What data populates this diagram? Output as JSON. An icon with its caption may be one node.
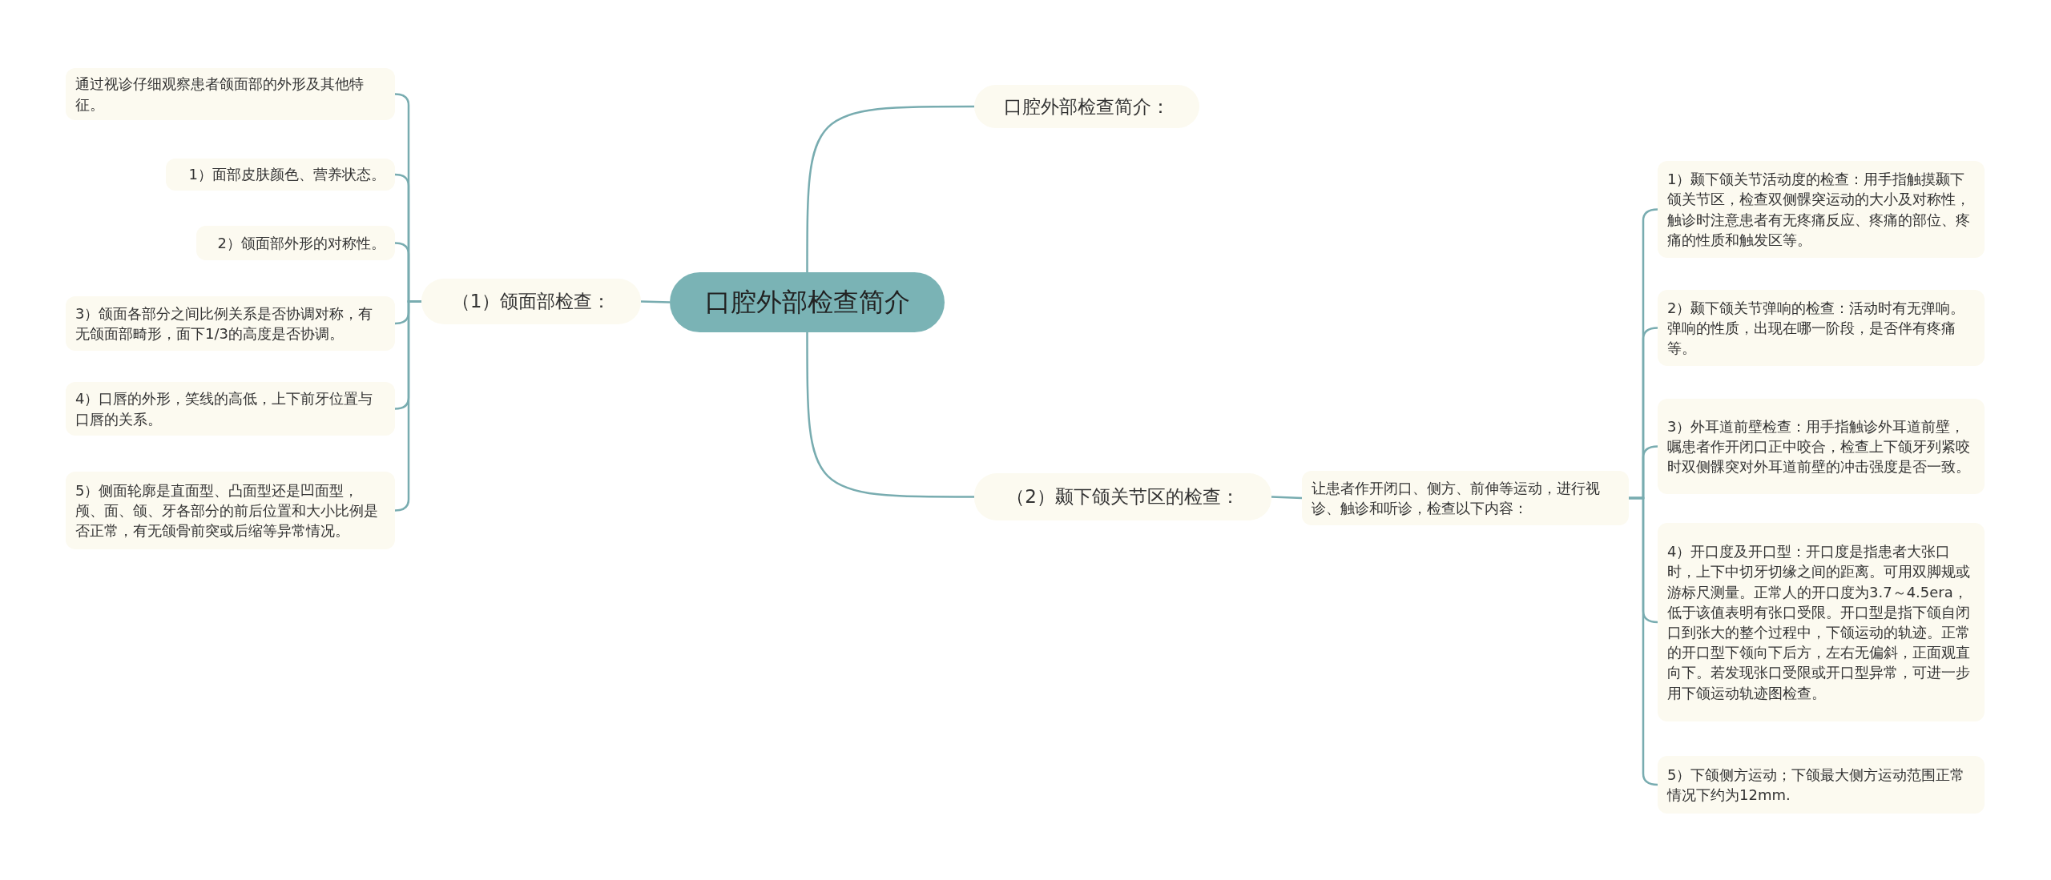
{
  "diagram": {
    "nodes": [
      {
        "text": [
          "口腔外部检查简介"
        ]
      },
      {
        "text": [
          "口腔外部检查简介："
        ]
      },
      {
        "text": [
          "（1）颌面部检查："
        ]
      },
      {
        "text": [
          "通过视诊仔细观察患者颌面部的外形及其他特征。"
        ]
      },
      {
        "text": [
          "1）面部皮肤颜色、营养状态。"
        ]
      },
      {
        "text": [
          "2）颌面部外形的对称性。"
        ]
      },
      {
        "text": [
          "3）颌面各部分之间比例关系是否协调对称，有无颌面部畸形，面下1/3的高度是否协调。"
        ]
      },
      {
        "text": [
          "4）口唇的外形，笑线的高低，上下前牙位置与口唇的关系。"
        ]
      },
      {
        "text": [
          "5）侧面轮廓是直面型、凸面型还是凹面型，颅、面、颌、牙各部分的前后位置和大小比例是否正常，有无颌骨前突或后缩等异常情况。"
        ]
      },
      {
        "text": [
          "（2）颞下颌关节区的检查："
        ]
      },
      {
        "text": [
          "让患者作开闭口、侧方、前伸等运动，进行视诊、触诊和听诊，检查以下内容："
        ]
      },
      {
        "text": [
          "1）颞下颌关节活动度的检查：用手指触摸颞下颌关节区，检查双侧髁突运动的大小及对称性，触诊时注意患者有无疼痛反应、疼痛的部位、疼痛的性质和触发区等。"
        ]
      },
      {
        "text": [
          "2）颞下颌关节弹响的检查：活动时有无弹响。弹响的性质，出现在哪一阶段，是否伴有疼痛等。"
        ]
      },
      {
        "text": [
          "3）外耳道前壁检查：用手指触诊外耳道前壁，嘱患者作开闭口正中咬合，检查上下颌牙列紧咬时双侧髁突对外耳道前壁的冲击强度是否一致。"
        ]
      },
      {
        "text": [
          "4）开口度及开口型：开口度是指患者大张口时，上下中切牙切缘之间的距离。可用双脚规或游标尺测量。正常人的开口度为3.7～4.5era，低于该值表明有张口受限。开口型是指下颌自闭口到张大的整个过程中，下颌运动的轨迹。正常的开口型下领向下后方，左右无偏斜，正面观直向下。若发现张口受限或开口型异常，可进一步用下颌运动轨迹图检查。"
        ]
      },
      {
        "text": [
          "5）下颌侧方运动；下颌最大侧方运动范围正常情况下约为12mm."
        ]
      }
    ],
    "edges": [
      {
        "from": 0,
        "to": 1,
        "arrow": "none"
      },
      {
        "from": 0,
        "to": 2,
        "arrow": "none"
      },
      {
        "from": 2,
        "to": 3,
        "arrow": "none"
      },
      {
        "from": 2,
        "to": 4,
        "arrow": "none"
      },
      {
        "from": 2,
        "to": 5,
        "arrow": "none"
      },
      {
        "from": 2,
        "to": 6,
        "arrow": "none"
      },
      {
        "from": 2,
        "to": 7,
        "arrow": "none"
      },
      {
        "from": 2,
        "to": 8,
        "arrow": "none"
      },
      {
        "from": 0,
        "to": 9,
        "arrow": "none"
      },
      {
        "from": 9,
        "to": 10,
        "arrow": "none"
      },
      {
        "from": 10,
        "to": 11,
        "arrow": "none"
      },
      {
        "from": 10,
        "to": 12,
        "arrow": "none"
      },
      {
        "from": 10,
        "to": 13,
        "arrow": "none"
      },
      {
        "from": 10,
        "to": 14,
        "arrow": "none"
      },
      {
        "from": 10,
        "to": 15,
        "arrow": "none"
      }
    ]
  }
}
